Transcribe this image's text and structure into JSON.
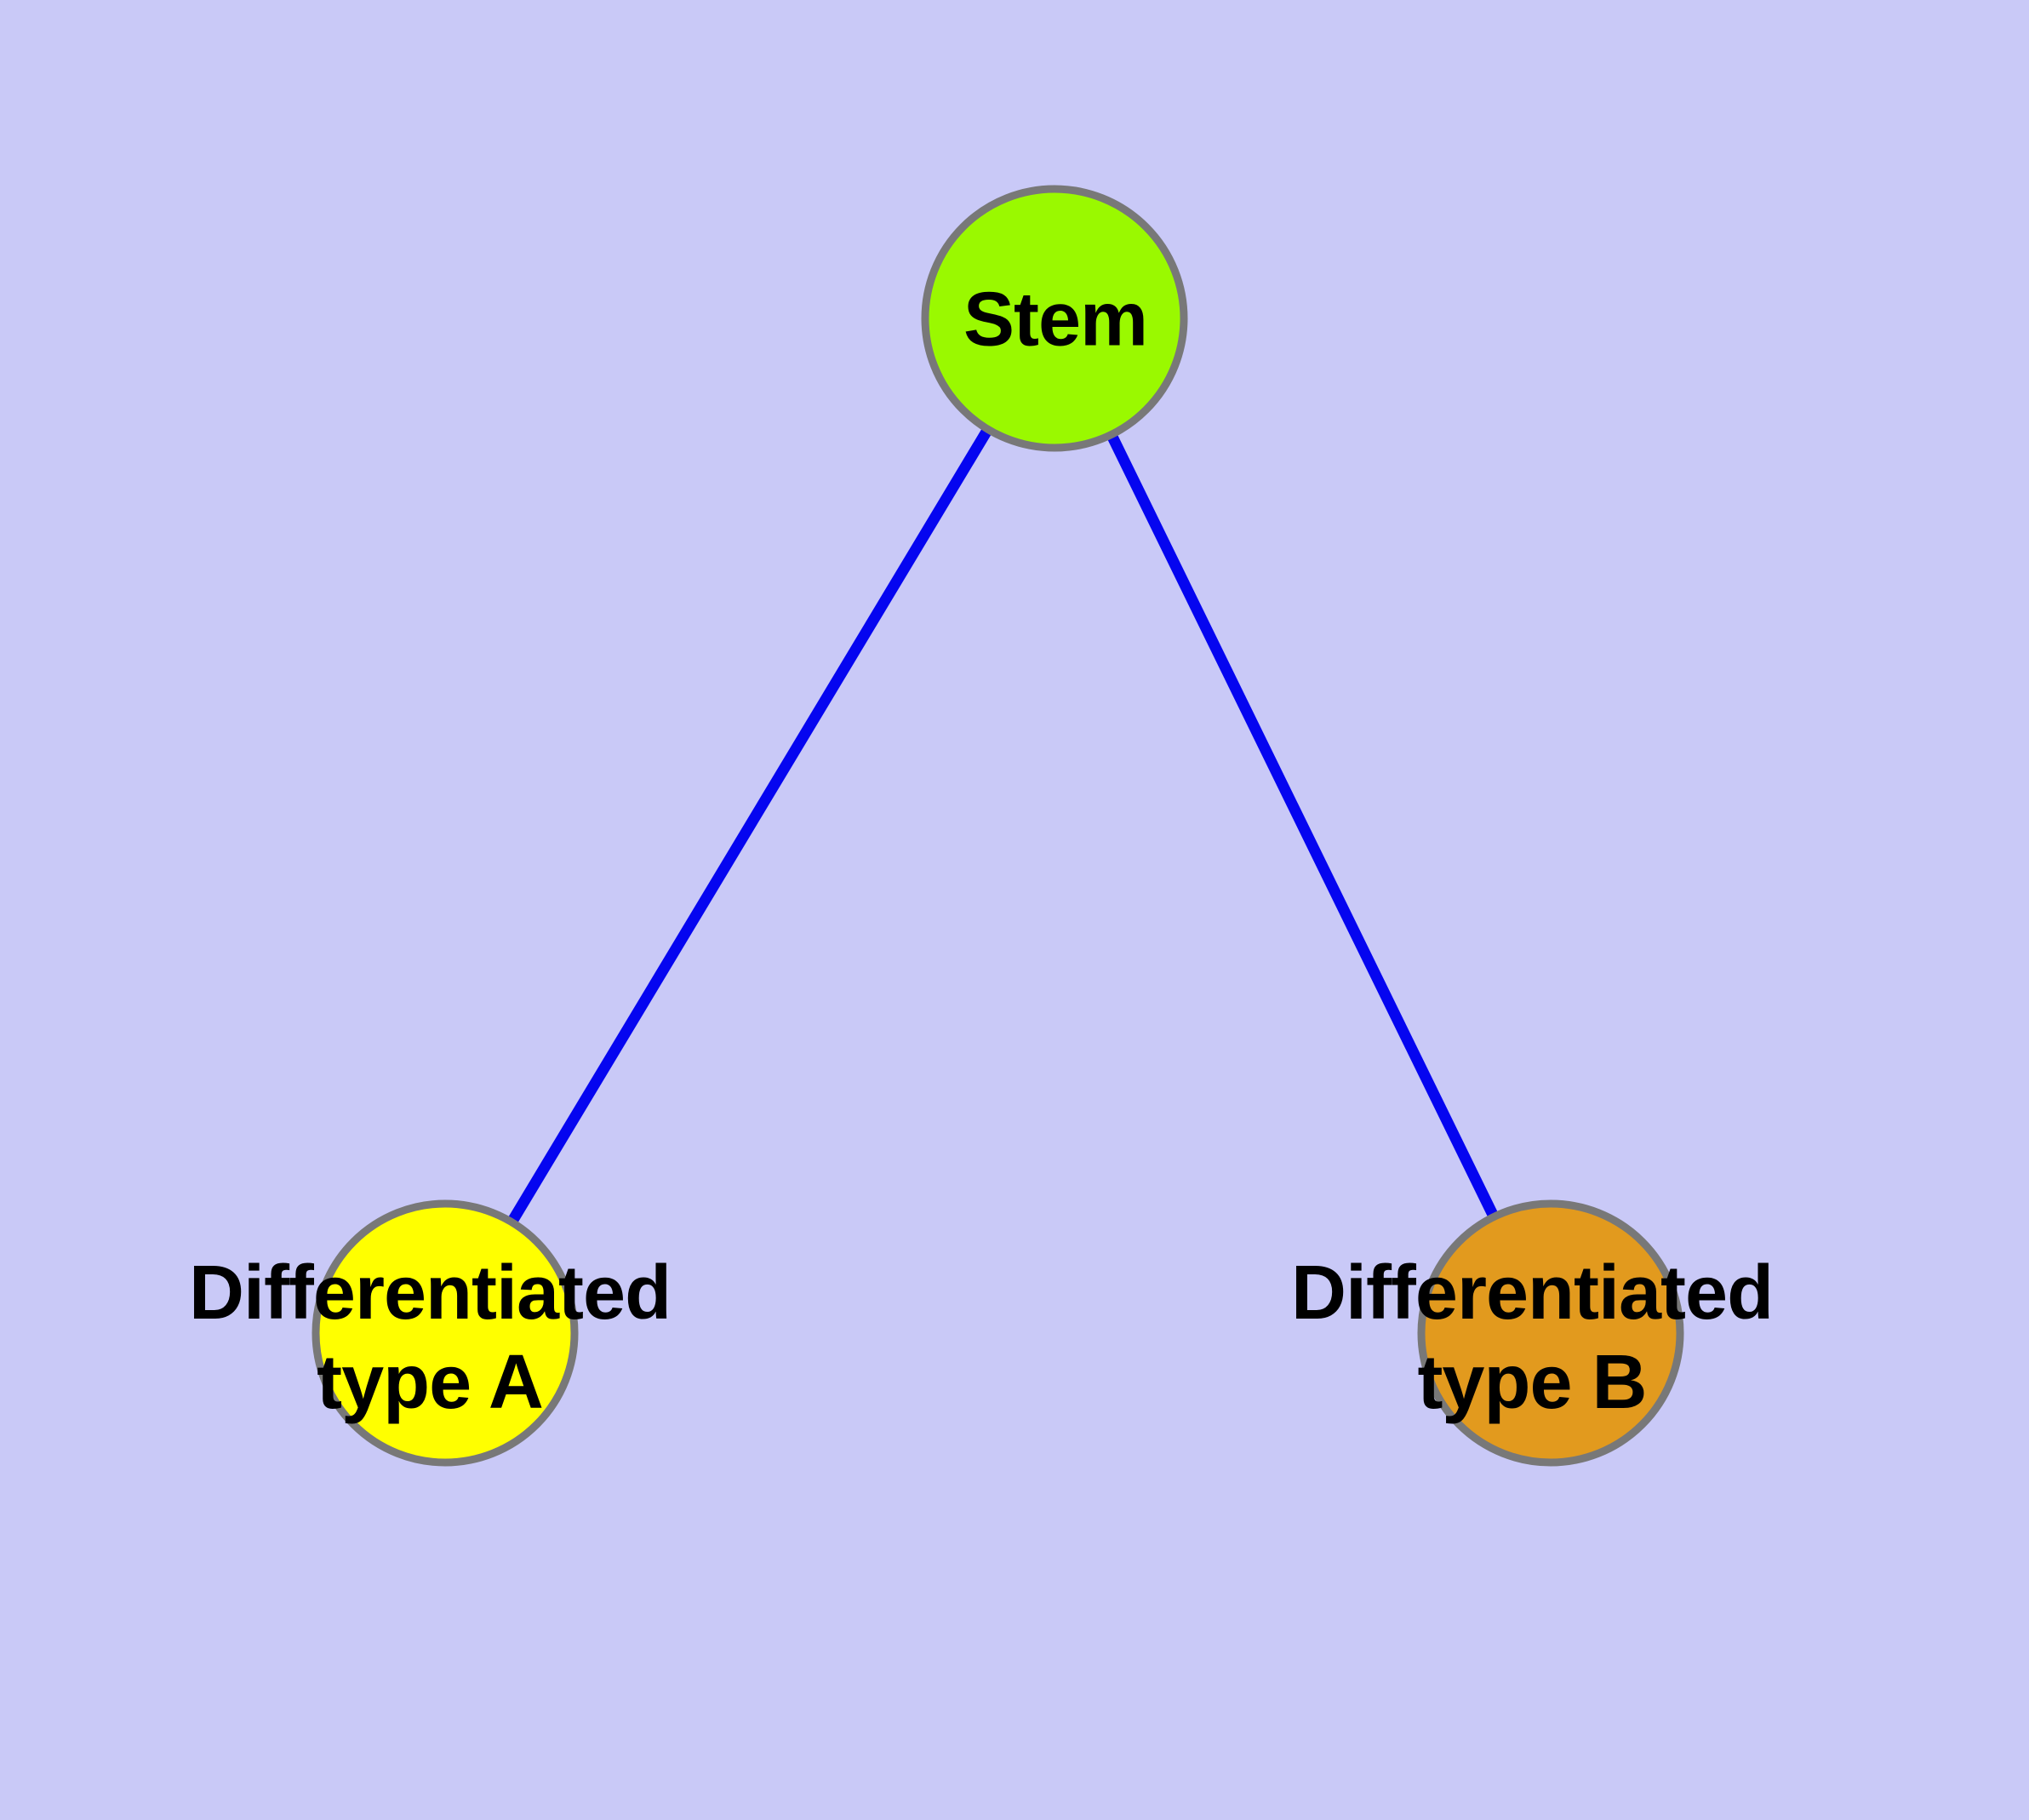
{
  "diagram": {
    "background_color": "#C9C9F7",
    "edge_color": "#0505F0",
    "node_border_color": "#787878",
    "label_color": "#000000",
    "nodes": [
      {
        "id": "stem",
        "label_lines": [
          "Stem"
        ],
        "fill_color": "#9AF900"
      },
      {
        "id": "differentiated-type-a",
        "label_lines": [
          "Differentiated",
          "type A"
        ],
        "fill_color": "#FFFF00"
      },
      {
        "id": "differentiated-type-b",
        "label_lines": [
          "Differentiated",
          "type B"
        ],
        "fill_color": "#E29A1E"
      }
    ],
    "edges": [
      {
        "from": "stem",
        "to": "differentiated-type-a"
      },
      {
        "from": "stem",
        "to": "differentiated-type-b"
      }
    ]
  }
}
